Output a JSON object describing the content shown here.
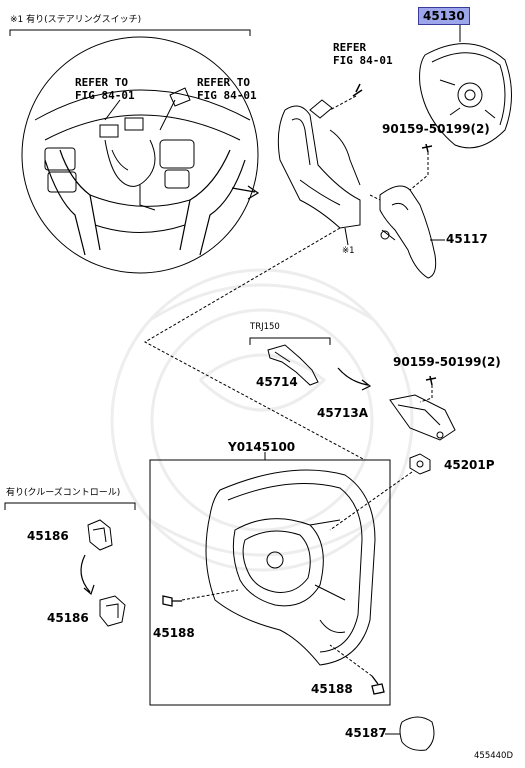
{
  "header_notes": {
    "steering_switch": "※1 有り(ステアリングスイッチ)",
    "cruise_control": "有り(クルーズコントロール)"
  },
  "refer_notes": [
    {
      "line1": "REFER TO",
      "line2": "FIG 84-01"
    },
    {
      "line1": "REFER TO",
      "line2": "FIG 84-01"
    },
    {
      "line1": "REFER",
      "line2": "FIG 84-01"
    }
  ],
  "parts": {
    "p45130": "45130",
    "p90159_a": "90159-50199(2)",
    "p45117": "45117",
    "asterisk": "※1",
    "trj150": "TRJ150",
    "p45714": "45714",
    "p90159_b": "90159-50199(2)",
    "p45713a": "45713A",
    "p45201p": "45201P",
    "y0145100": "Y0145100",
    "p45186_a": "45186",
    "p45186_b": "45186",
    "p45188_a": "45188",
    "p45188_b": "45188",
    "p45187": "45187"
  },
  "figure_id": "455440D",
  "colors": {
    "highlight": "#9da6ea",
    "line": "#000000"
  }
}
